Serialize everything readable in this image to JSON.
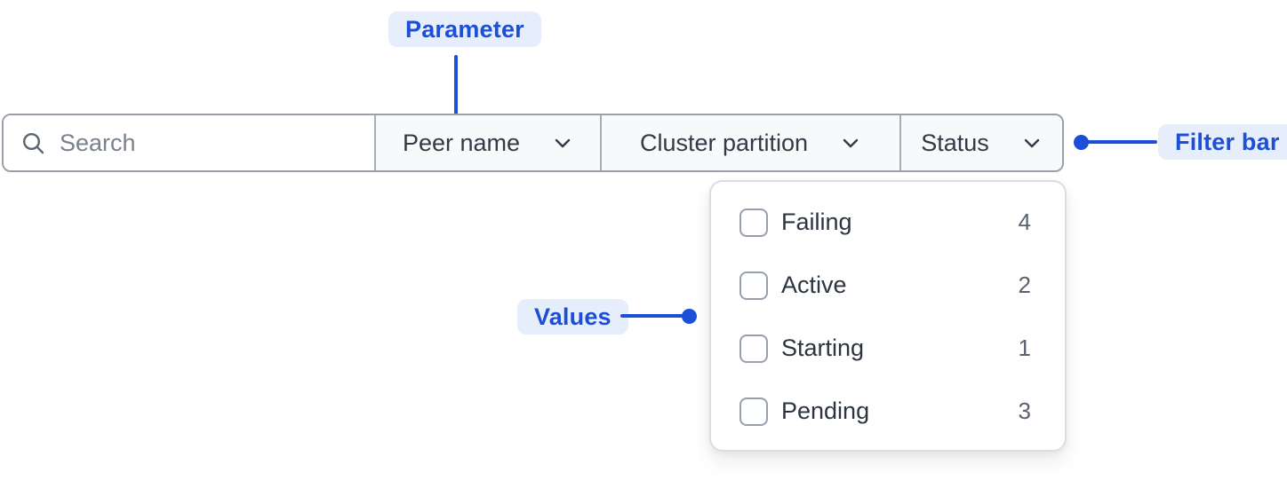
{
  "annotations": {
    "parameter": "Parameter",
    "filter_bar": "Filter bar",
    "values": "Values"
  },
  "filter_bar": {
    "search": {
      "placeholder": "Search",
      "value": "",
      "icon": "search-icon"
    },
    "dropdowns": [
      {
        "label": "Peer name",
        "icon": "chevron-down-icon"
      },
      {
        "label": "Cluster partition",
        "icon": "chevron-down-icon"
      },
      {
        "label": "Status",
        "icon": "chevron-down-icon",
        "open": true
      }
    ]
  },
  "status_dropdown": {
    "parameter": "Status",
    "options": [
      {
        "label": "Failing",
        "count": "4",
        "checked": false
      },
      {
        "label": "Active",
        "count": "2",
        "checked": false
      },
      {
        "label": "Starting",
        "count": "1",
        "checked": false
      },
      {
        "label": "Pending",
        "count": "3",
        "checked": false
      }
    ]
  },
  "colors": {
    "accent_blue": "#1d4ed8",
    "annotation_pill_bg": "#e7eefb",
    "filter_bar_border": "#9aa0a9",
    "dropdown_section_bg": "#f8f9fa",
    "panel_border": "#dbdde2",
    "text_dark": "#2c3440",
    "text_muted": "#5a6270",
    "placeholder": "#7a828e"
  }
}
